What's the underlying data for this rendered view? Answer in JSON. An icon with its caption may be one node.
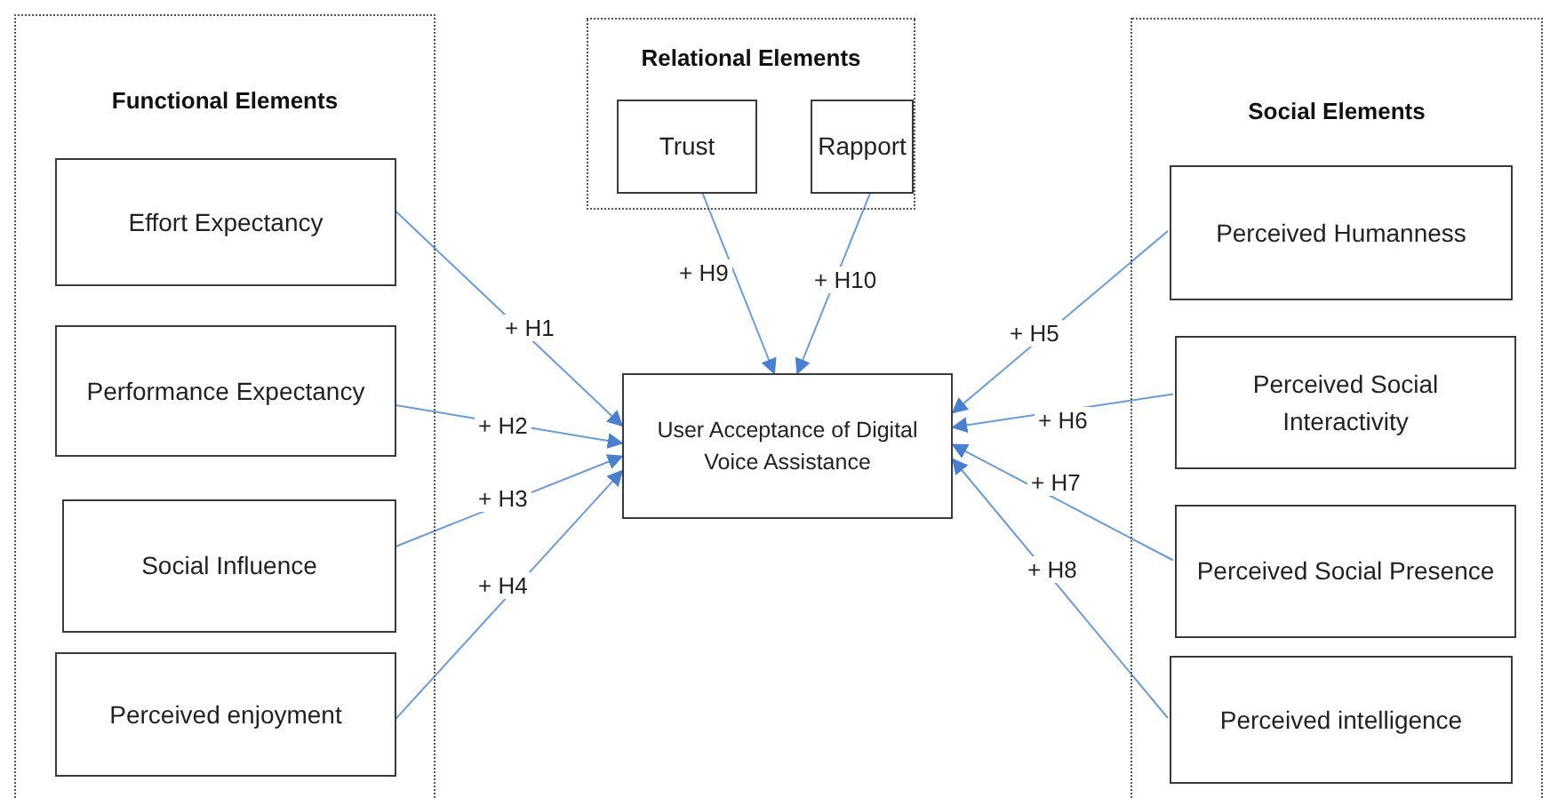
{
  "diagram": {
    "nodes": [
      {
        "text": [
          "Functional Elements"
        ]
      },
      {
        "text": [
          "Effort Expectancy"
        ],
        "in": 0
      },
      {
        "text": [
          "Performance Expectancy"
        ],
        "in": 0
      },
      {
        "text": [
          "Social Influence"
        ],
        "in": 0
      },
      {
        "text": [
          "Perceived enjoyment"
        ],
        "in": 0
      },
      {
        "text": [
          "Relational Elements"
        ]
      },
      {
        "text": [
          "Trust"
        ],
        "in": 5
      },
      {
        "text": [
          "Rapport"
        ],
        "in": 5
      },
      {
        "text": [
          "User Acceptance of Digital Voice Assistance"
        ]
      },
      {
        "text": [
          "Social Elements"
        ]
      },
      {
        "text": [
          "Perceived Humanness"
        ],
        "in": 9
      },
      {
        "text": [
          "Perceived Social Interactivity"
        ],
        "in": 9
      },
      {
        "text": [
          "Perceived Social Presence"
        ],
        "in": 9
      },
      {
        "text": [
          "Perceived intelligence"
        ],
        "in": 9
      }
    ],
    "edges": [
      {
        "from": 1,
        "to": 8,
        "arrow": "to",
        "label": "+ H1"
      },
      {
        "from": 2,
        "to": 8,
        "arrow": "to",
        "label": "+ H2"
      },
      {
        "from": 3,
        "to": 8,
        "arrow": "to",
        "label": "+ H3"
      },
      {
        "from": 4,
        "to": 8,
        "arrow": "to",
        "label": "+ H4"
      },
      {
        "from": 10,
        "to": 8,
        "arrow": "to",
        "label": "+ H5"
      },
      {
        "from": 11,
        "to": 8,
        "arrow": "to",
        "label": "+ H6"
      },
      {
        "from": 12,
        "to": 8,
        "arrow": "to",
        "label": "+ H7"
      },
      {
        "from": 13,
        "to": 8,
        "arrow": "to",
        "label": "+ H8"
      },
      {
        "from": 6,
        "to": 8,
        "arrow": "to",
        "label": "+ H9"
      },
      {
        "from": 7,
        "to": 8,
        "arrow": "to",
        "label": "+ H10"
      }
    ]
  }
}
